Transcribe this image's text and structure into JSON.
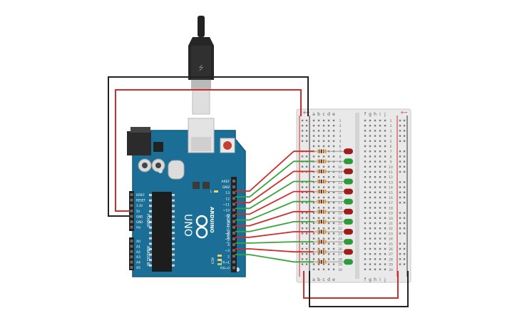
{
  "arduino": {
    "brand": "ARDUINO",
    "model": "UNO",
    "icsp": "ICSP",
    "digital_label": "DIGITAL (PWM~)",
    "power_label": "POWER",
    "analog_label": "ANALOG IN",
    "header_top_labels": [
      "AREF",
      "GND",
      "13",
      "12",
      "~11",
      "~10",
      "~9",
      "8",
      "7",
      "~6",
      "~5",
      "4",
      "~3",
      "2",
      "TX→1",
      "RX←0"
    ],
    "power_pins": [
      "IOREF",
      "RESET",
      "3.3V",
      "5V",
      "GND",
      "GND",
      "Vin"
    ],
    "analog_pins": [
      "A0",
      "A1",
      "A2",
      "A3",
      "A4",
      "A5"
    ],
    "led_labels": [
      "L",
      "TX",
      "RX",
      "ON"
    ]
  },
  "breadboard": {
    "col_letters_left": [
      "a",
      "b",
      "c",
      "d",
      "e"
    ],
    "col_letters_right": [
      "f",
      "g",
      "h",
      "i",
      "j"
    ],
    "row_numbers": [
      "1",
      "2",
      "3",
      "4",
      "5",
      "6",
      "7",
      "8",
      "9",
      "10",
      "11",
      "12",
      "13",
      "14",
      "15",
      "16",
      "17",
      "18",
      "19",
      "20",
      "21",
      "22",
      "23",
      "24",
      "25",
      "26",
      "27",
      "28",
      "29",
      "30"
    ],
    "rail_plus": "+",
    "rail_minus": "−"
  },
  "leds": [
    "red",
    "green",
    "red",
    "green",
    "red",
    "green",
    "red",
    "green",
    "red",
    "green",
    "red",
    "green"
  ],
  "wire_colors": {
    "red": "#d12b2b",
    "green": "#3aa53a",
    "black": "#222222",
    "led_red": "#9c1d1d",
    "led_green": "#2e9b3a"
  }
}
